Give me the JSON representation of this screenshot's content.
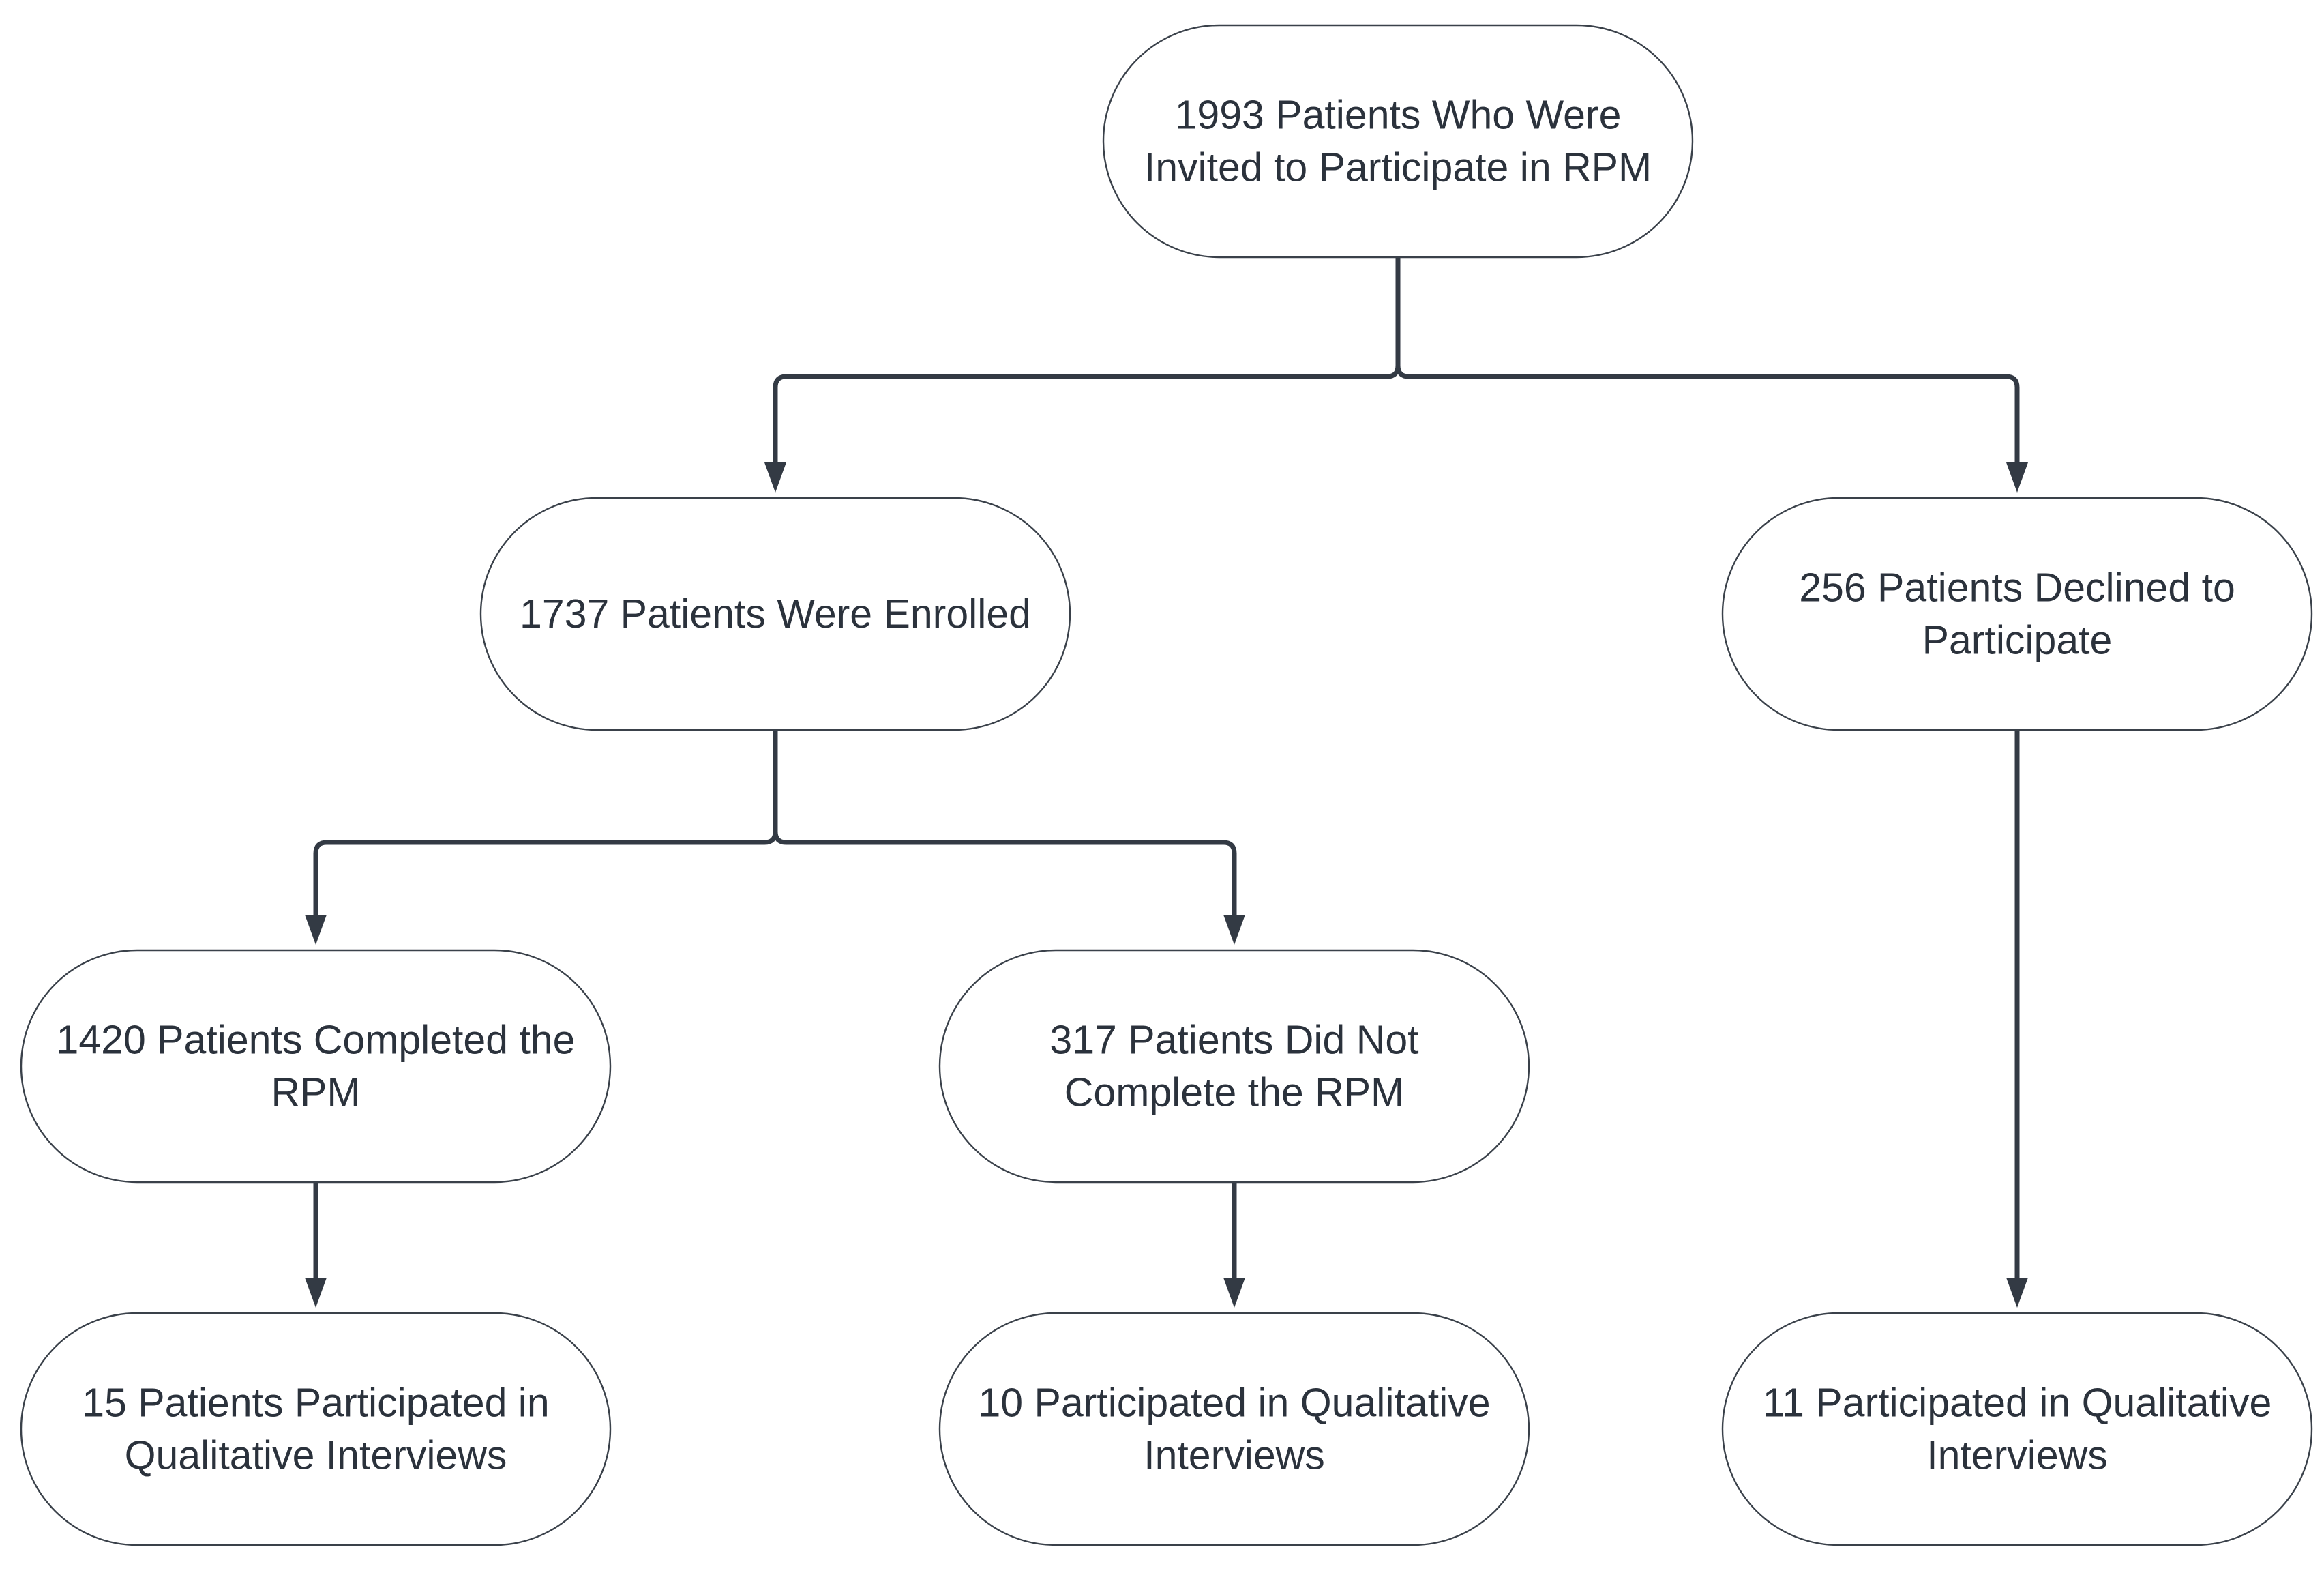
{
  "colors": {
    "node_border": "#3a414a",
    "connector": "#333a44",
    "text": "#2b323c",
    "background": "#ffffff"
  },
  "nodes": [
    {
      "id": "invited",
      "lines": [
        "1993 Patients Who Were",
        "Invited to Participate in RPM"
      ]
    },
    {
      "id": "enrolled",
      "lines": [
        "1737 Patients Were Enrolled"
      ]
    },
    {
      "id": "declined",
      "lines": [
        "256 Patients Declined to",
        "Participate"
      ]
    },
    {
      "id": "completed",
      "lines": [
        "1420 Patients Completed the",
        "RPM"
      ]
    },
    {
      "id": "not-completed",
      "lines": [
        "317 Patients Did Not",
        "Complete the RPM"
      ]
    },
    {
      "id": "completed-interviews",
      "lines": [
        "15 Patients Participated in",
        "Qualitative Interviews"
      ]
    },
    {
      "id": "not-completed-interviews",
      "lines": [
        "10 Participated in Qualitative",
        "Interviews"
      ]
    },
    {
      "id": "declined-interviews",
      "lines": [
        "11 Participated in Qualitative",
        "Interviews"
      ]
    }
  ],
  "edges": [
    {
      "from": "invited",
      "to": "enrolled"
    },
    {
      "from": "invited",
      "to": "declined"
    },
    {
      "from": "enrolled",
      "to": "completed"
    },
    {
      "from": "enrolled",
      "to": "not-completed"
    },
    {
      "from": "completed",
      "to": "completed-interviews"
    },
    {
      "from": "not-completed",
      "to": "not-completed-interviews"
    },
    {
      "from": "declined",
      "to": "declined-interviews"
    }
  ]
}
